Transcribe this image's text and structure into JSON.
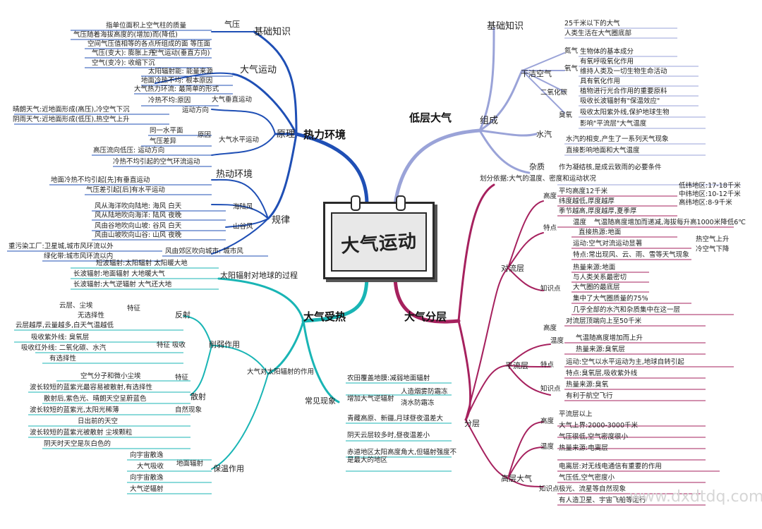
{
  "center": {
    "title": "大气运动"
  },
  "watermark": "www.dxdtdq.com",
  "branches": {
    "reli": {
      "label": "热力环境",
      "color": "#1f4fb5"
    },
    "dicengdaqi": {
      "label": "低层大气",
      "color": "#9aa3d8"
    },
    "daqishoure": {
      "label": "大气受热",
      "color": "#19b5b5"
    },
    "daqifenceng": {
      "label": "大气分层",
      "color": "#a6215e"
    }
  },
  "reli": {
    "jichu": {
      "label": "基础知识",
      "items": [
        "指单位面积上空气柱的质量",
        "气压随着海拔高度的(增加)而(降低)",
        "空间气压值相等的各点所组成的面 等压面",
        "气压(变大): 膨胀上升",
        "空气(变冷): 收缩下沉"
      ],
      "qiya": "气压",
      "kongqi": "空气运动(垂直方向)"
    },
    "daqiyundong": {
      "label": "大气运动",
      "items": [
        "太阳辐射能: 能量来源",
        "地面冷热不均: 根本原因",
        "大气热力环流: 最简单的形式"
      ]
    },
    "yuanli": {
      "label": "原理",
      "chuizhi": {
        "label": "大气垂直运动",
        "items": [
          "冷热不均:原因",
          "晴朗天气:近地面形成(高压),冷空气下沉",
          "阴雨天气:近地面形成(低压),热空气上升"
        ],
        "fangxiang": "运动方向"
      },
      "shuiping": {
        "label": "大气水平运动",
        "items": [
          "同一水平面",
          "气压差异",
          "高压流向低压: 运动方向",
          "冷热不均引起的空气环流运动"
        ],
        "yuanyin": "原因"
      }
    },
    "relihuanjing": {
      "label": "热动环境",
      "items": [
        "地面冷热不均引起[先]有垂直运动",
        "气压差引起[后]有水平运动"
      ]
    },
    "guilv": {
      "label": "规律",
      "haiqufeng": {
        "label": "海陆风",
        "items": [
          "风从海洋吹向陆地: 海风 白天",
          "风从陆地吹向海洋: 陆风 夜晚"
        ]
      },
      "shangufeng": {
        "label": "山谷风",
        "items": [
          "风由谷地吹向山坡: 谷风 白天",
          "风由山坡吹向山谷: 山风 夜晚"
        ]
      },
      "chengshi": {
        "label": "风由郊区吹向城市: 城市风",
        "items": [
          "重污染工厂:卫星城,城市风环流以外",
          "绿化带:城市风环流以内"
        ]
      }
    }
  },
  "dicengdaqi": {
    "jichuzhishi": {
      "label": "基础知识",
      "items": [
        "25千米以下的大气",
        "人类生活在大气圈底部"
      ]
    },
    "zucheng": {
      "label": "组成",
      "ganjie": {
        "label": "干洁空气",
        "danqi": {
          "label": "氮气",
          "items": [
            "生物体的基本成分"
          ]
        },
        "yangqi": {
          "label": "氧气",
          "items": [
            "有氧呼吸氧化作用",
            "维持人类及一切生物生命活动",
            "具有氧化作用"
          ]
        },
        "eryang": {
          "label": "二氧化碳",
          "items": [
            "植物进行光合作用的重要原料",
            "吸收长波辐射有\"保温效应\""
          ]
        },
        "chouyang": {
          "label": "臭氧",
          "items": [
            "吸收太阳紫外线,保护地球生物",
            "影响\"平流层\"大气温度"
          ]
        }
      },
      "shuiqi": {
        "label": "水汽",
        "items": [
          "水汽的相变,产生了一系列天气现象",
          "直接影响地面和大气温度"
        ]
      },
      "zazhi": {
        "label": "杂质",
        "items": [
          "作为凝结核,是成云致雨的必要条件"
        ]
      }
    }
  },
  "daqishoure": {
    "taiyangfushe": {
      "label": "太阳辐射对地球的过程",
      "items": [
        "短波辐射:太阳辐射 太阳暖大地",
        "长波辐射:地面辐射 大地暖大气",
        "长波辐射:大气逆辐射 大气还大地"
      ]
    },
    "xueruo": {
      "label": "大气对太阳辐射的作用",
      "ruoruo": {
        "label": "削弱作用",
        "fanshe": {
          "label": "反射",
          "tezheng": "特征",
          "items": [
            "云层、尘埃",
            "无选择性",
            "云层越厚,云量越多,白天气温越低",
            "吸收紫外线: 臭氧层",
            "吸收红外线: 二氧化碳、水汽",
            "有选择性"
          ],
          "xishou": "特征 吸收"
        },
        "sanshe": {
          "label": "散射",
          "tezheng": "特征",
          "items": [
            "空气分子和微小尘埃",
            "波长较短的蓝紫光最容易被散射,有选择性",
            "散射后,紫色光、晴朗天空呈蔚蓝色",
            "波长较短的蓝紫光,太阳光稀薄",
            "日出前的天空",
            "波长较短的蓝紫光被散射 尘埃颗粒",
            "阴天时天空是灰白色的"
          ],
          "ziran": "自然现象"
        }
      },
      "baowen": {
        "label": "保温作用",
        "items": [
          "向宇宙散逸",
          "大气吸收",
          "向宇宙散逸",
          "大气逆辐射"
        ],
        "dimian": "地面辐射"
      }
    },
    "changjian": {
      "label": "常见现象",
      "items": [
        "农田覆盖地膜:减弱地面辐射",
        "增加大气逆辐射",
        "人造烟雾防霜冻",
        "浇水防霜冻",
        "青藏高原、新疆,月球昼夜温差大",
        "阴天云层较多时,昼夜温差小",
        "赤道地区太阳高度角大,但辐射强度不是最大的地区"
      ]
    }
  },
  "daqifenceng": {
    "huafen": "划分依据:大气的温度、密度和运动状况",
    "fenceng": "分层",
    "duiliuceng": {
      "label": "对流层",
      "gaodu": {
        "label": "高度",
        "items": [
          "平均高度12千米",
          "纬度越低,厚度越厚",
          "低纬地区:17-18千米",
          "中纬地区:10-12千米",
          "高纬地区:8-9千米",
          "季节越高,厚度越厚,夏季厚"
        ]
      },
      "tedian": {
        "label": "特点",
        "wendu": "温度",
        "items": [
          "气温随高度增加而递减,海拔每升高1000米降低6℃",
          "直接热源:地面",
          "运动:空气对流运动显著",
          "热空气上升",
          "冷空气下降",
          "特点:常出现风、云、雨、雪等天气现象"
        ]
      },
      "zhishidian": {
        "label": "知识点",
        "items": [
          "热量来源:地面",
          "与人类关系最密切",
          "大气圈的最底层",
          "集中了大气圈质量的75%",
          "几乎全部的水汽和杂质集中在这一层",
          "对流层顶端向上至50千米"
        ]
      }
    },
    "pingliuceng": {
      "label": "平流层",
      "gaodu": "高度",
      "items": [
        "气温随高度增加而上升",
        "热量来源:臭氧层",
        "运动:空气以水平运动为主,地球自转引起",
        "特点:臭氧层,吸收紫外线",
        "热量来源:臭氧",
        "有利于航空飞行"
      ],
      "wendu": "温度",
      "tedian": "特点",
      "zhishi": "知识点"
    },
    "gaocengdaqi": {
      "label": "高层大气",
      "gaodu": "高度",
      "items": [
        "平流层以上",
        "大气上界:2000-3000千米",
        "气压很低,空气密度很小",
        "热量来源:电离层",
        "电离层:对无线电通信有重要的作用",
        "气压低,空气密度小",
        "极光、流星等自然现象",
        "有人造卫星、宇宙飞船等运行"
      ],
      "wendu": "温度",
      "zhishi": "知识点"
    }
  }
}
